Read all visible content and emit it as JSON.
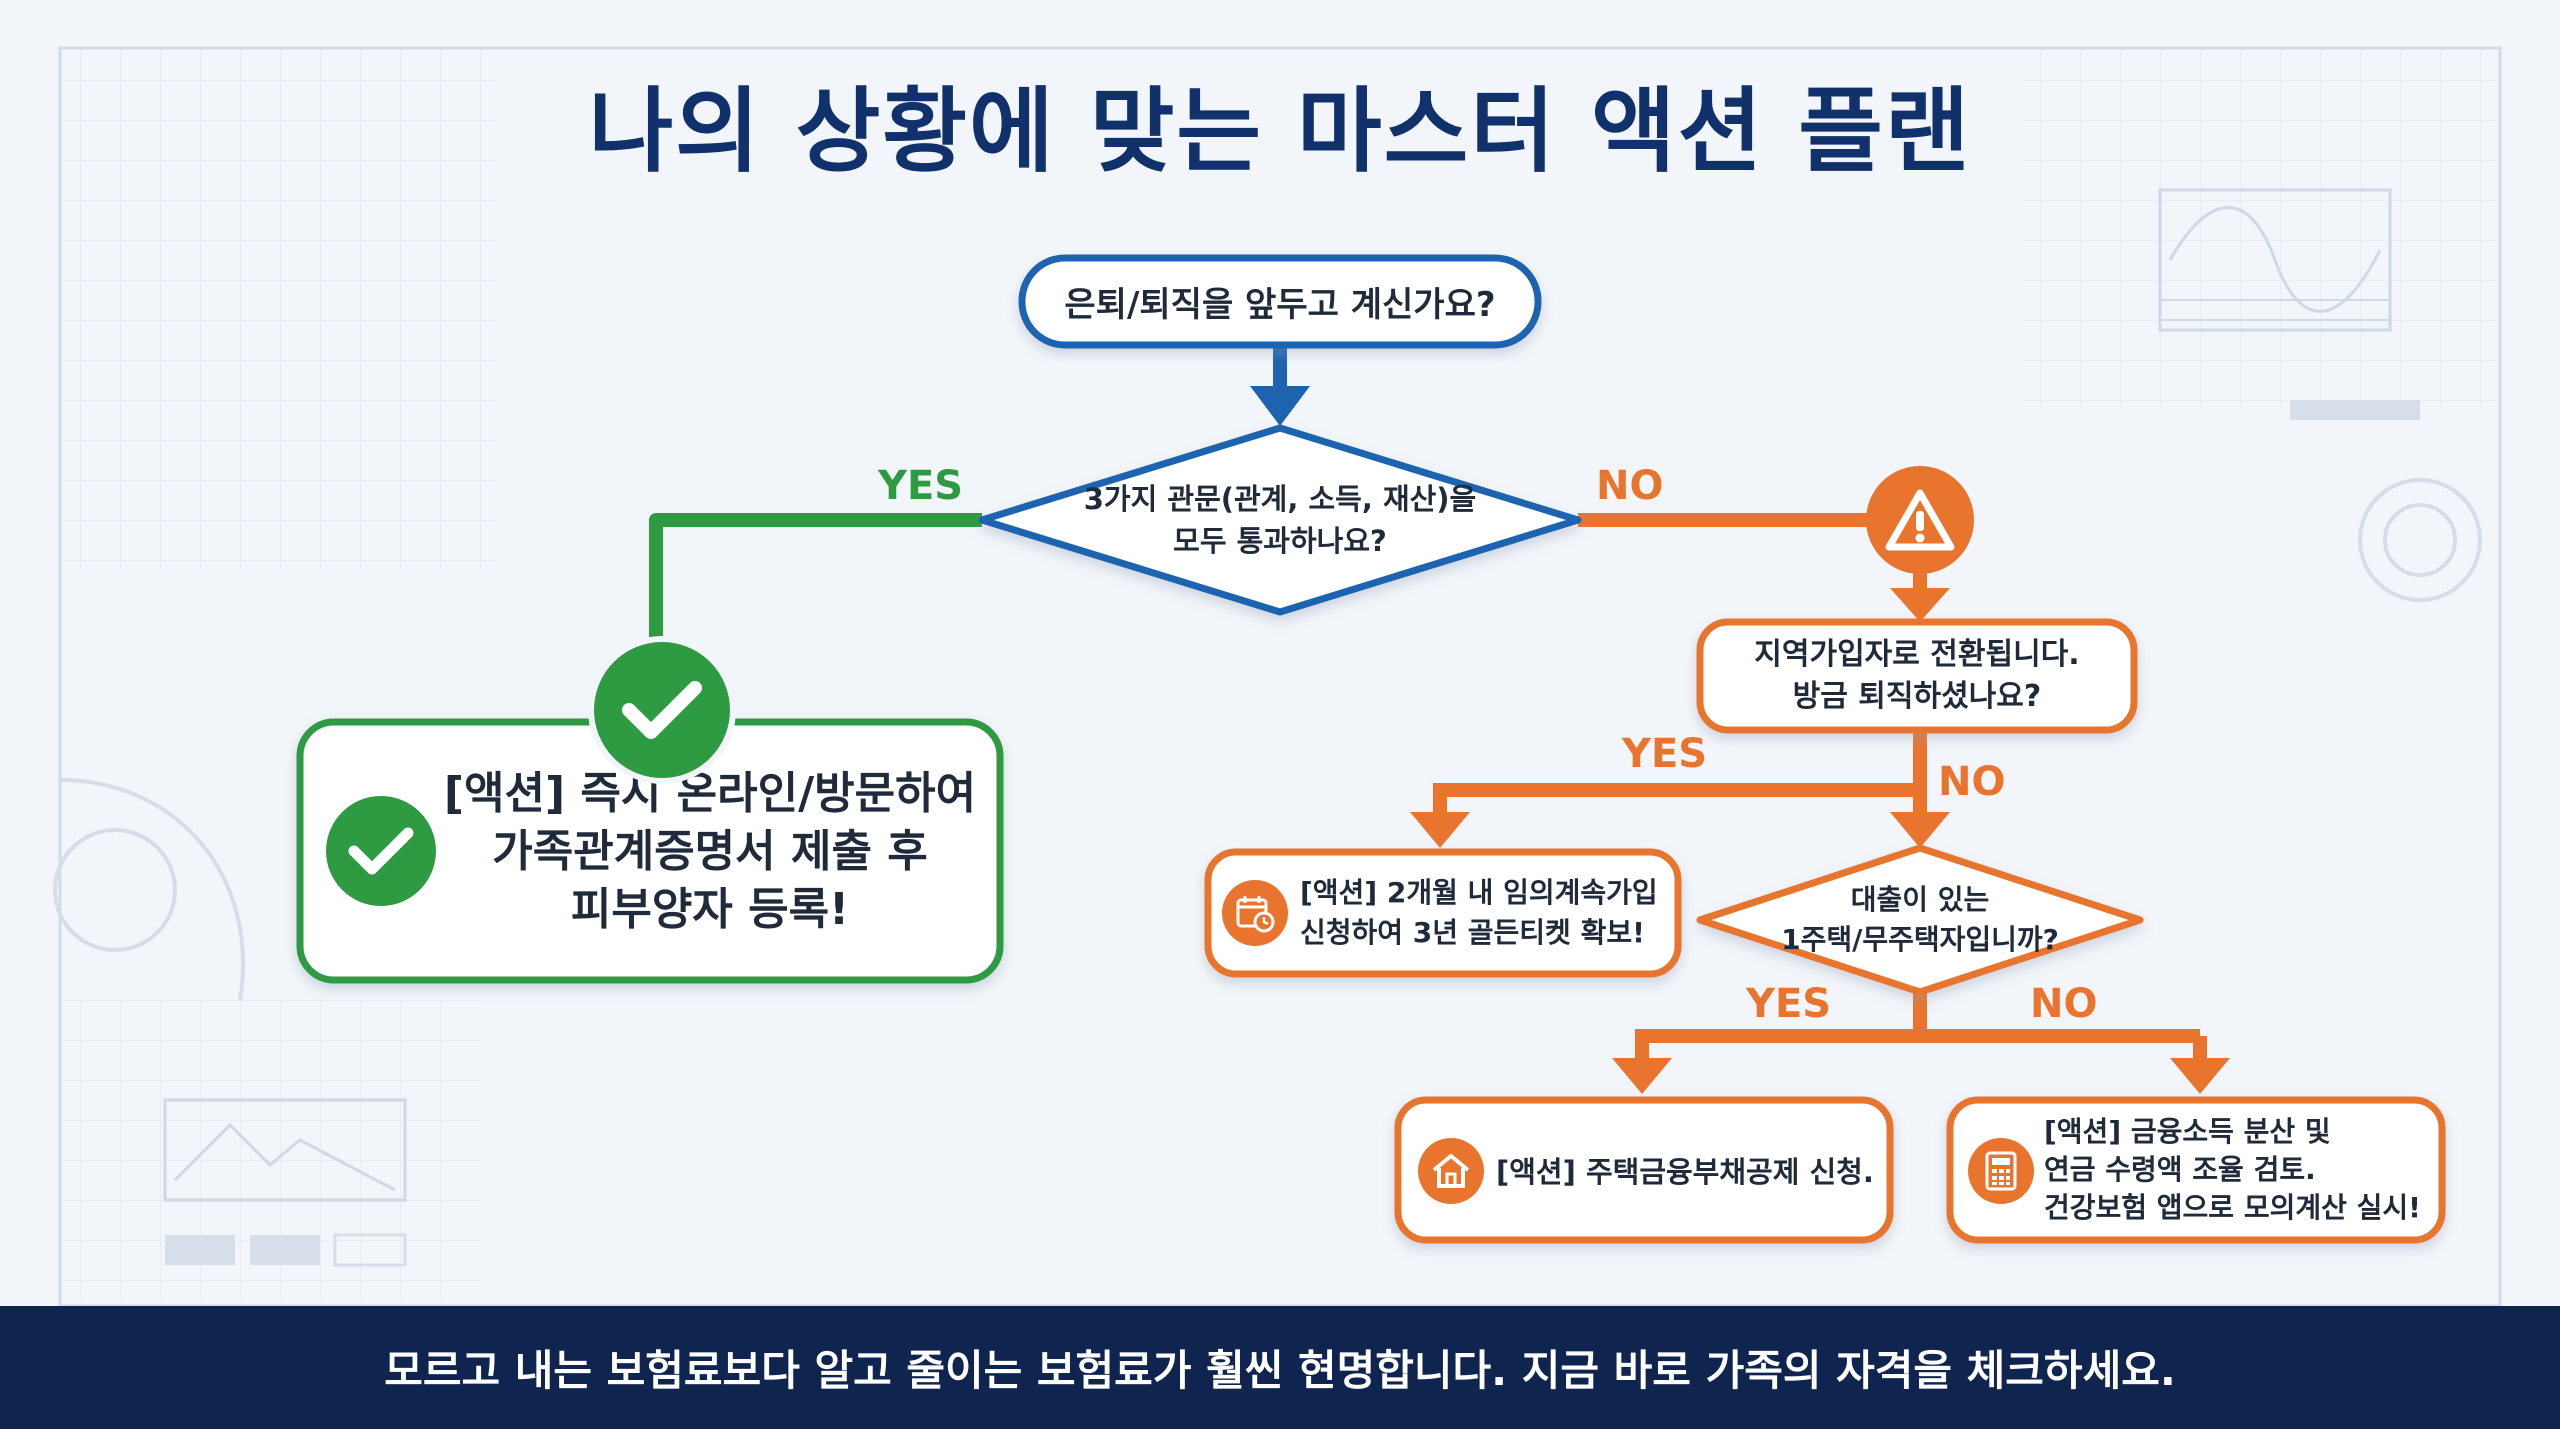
{
  "title": "나의 상황에 맞는 마스터 액션 플랜",
  "colors": {
    "navy": "#10316b",
    "flow_blue": "#1e63b0",
    "yes_green": "#2e9a42",
    "no_orange": "#e8742e",
    "footer_bg": "#0f2550"
  },
  "nodes": {
    "start": "은퇴/퇴직을 앞두고 계신가요?",
    "decision_main": "3가지 관문(관계, 소득, 재산)을\n모두 통과하나요?",
    "action_green": "[액션] 즉시 온라인/방문하여\n가족관계증명서 제출 후\n피부양자 등록!",
    "question_regional": "지역가입자로 전환됩니다.\n방금 퇴직하셨나요?",
    "action_continuation": "[액션] 2개월 내 임의계속가입\n신청하여 3년 골든티켓 확보!",
    "decision_housing": "대출이 있는\n1주택/무주택자입니까?",
    "action_housing": "[액션] 주택금융부채공제 신청.",
    "action_income": "[액션] 금융소득 분산 및\n연금 수령액 조율 검토.\n건강보험 앱으로 모의계산 실시!"
  },
  "labels": {
    "yes_main": "YES",
    "no_main": "NO",
    "yes_regional": "YES",
    "no_regional": "NO",
    "yes_housing": "YES",
    "no_housing": "NO"
  },
  "icons": {
    "warning": "warning-icon",
    "check_large": "check-icon",
    "check_small": "check-icon",
    "calendar": "calendar-clock-icon",
    "house": "house-icon",
    "calculator": "calculator-icon"
  },
  "footer": "모르고 내는 보험료보다 알고 줄이는 보험료가 훨씬 현명합니다. 지금 바로 가족의 자격을 체크하세요."
}
